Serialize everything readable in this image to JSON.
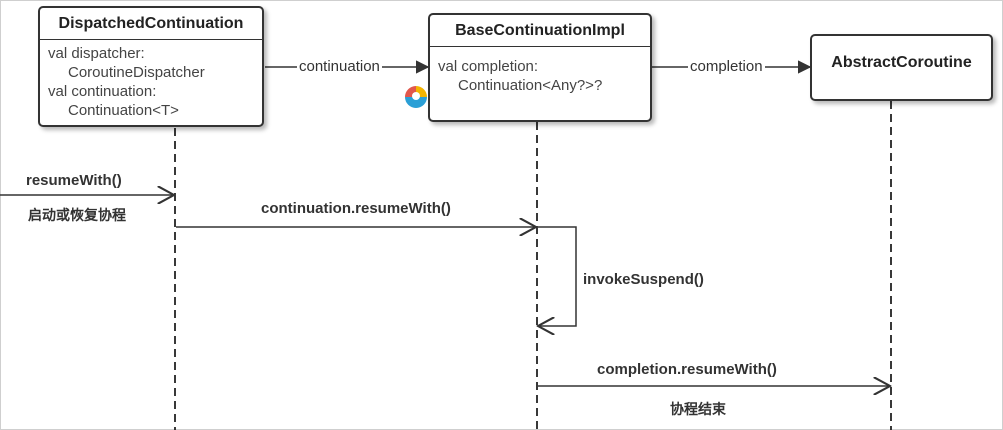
{
  "lifelines": {
    "dispatched": {
      "title": "DispatchedContinuation",
      "fields": [
        "val dispatcher:",
        "CoroutineDispatcher",
        "val continuation:",
        "Continuation<T>"
      ]
    },
    "base": {
      "title": "BaseContinuationImpl",
      "fields": [
        "val completion:",
        "Continuation<Any?>?"
      ]
    },
    "abstract": {
      "title": "AbstractCoroutine"
    }
  },
  "associations": {
    "dispatched_to_base": "continuation",
    "base_to_abstract": "completion"
  },
  "messages": {
    "entry": {
      "label": "resumeWith()",
      "note": "启动或恢复协程"
    },
    "continuation_resume": {
      "label": "continuation.resumeWith()"
    },
    "self_call": {
      "label": "invokeSuspend()"
    },
    "completion_resume": {
      "label": "completion.resumeWith()",
      "note": "协程结束"
    }
  }
}
